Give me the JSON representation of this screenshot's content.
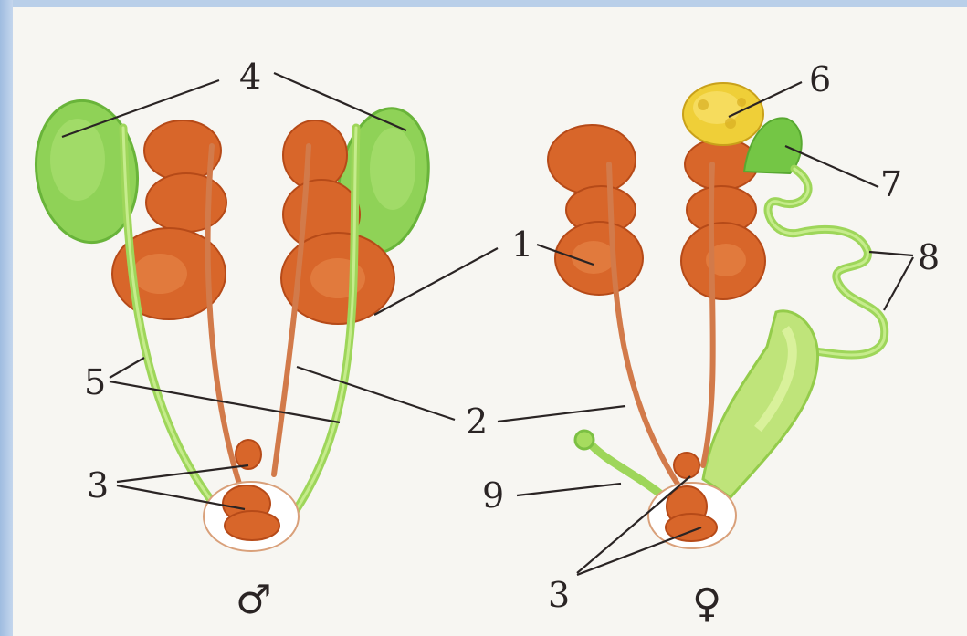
{
  "labels": {
    "l1": "1",
    "l2": "2",
    "l3a": "3",
    "l3b": "3",
    "l4": "4",
    "l5": "5",
    "l6": "6",
    "l7": "7",
    "l8": "8",
    "l9": "9"
  },
  "symbols": {
    "male": "♂",
    "female": "♀"
  },
  "colors": {
    "kidney": "#d8662a",
    "duct": "#9ed65a",
    "ovary": "#e8c32c",
    "background": "#f7f6f2",
    "frame": "#aec6e4"
  }
}
